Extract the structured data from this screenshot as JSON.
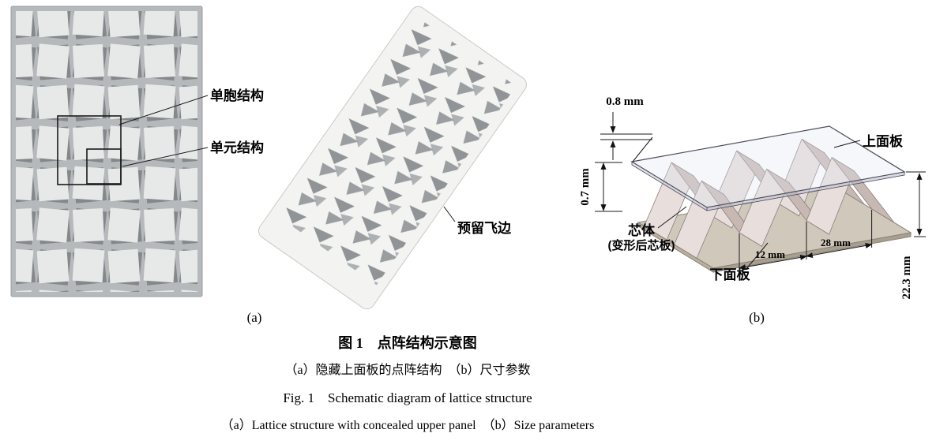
{
  "figure": {
    "panel_a": {
      "label_unit_cell": "单胞结构",
      "label_unit_element": "单元结构",
      "label_flash_edge": "预留飞边",
      "tag": "(a)"
    },
    "panel_b": {
      "dim_thickness_top": "0.8 mm",
      "dim_thickness_core": "0.7 mm",
      "label_upper_panel": "上面板",
      "label_core": "芯体",
      "label_core_sub": "(变形后芯板)",
      "label_lower_panel": "下面板",
      "dim_width_small": "12 mm",
      "dim_width_large": "28 mm",
      "dim_total_height": "22.3 mm",
      "tag": "(b)"
    },
    "caption": {
      "title_zh": "图 1　点阵结构示意图",
      "sub_zh": "（a）隐藏上面板的点阵结构　（b）尺寸参数",
      "title_en": "Fig. 1　Schematic diagram of lattice structure",
      "sub_en": "（a）Lattice structure with concealed upper panel　（b）Size parameters"
    }
  },
  "colors": {
    "flat_panel_gray": "#b6b9bb",
    "cell_light": "#e7e8e8",
    "cell_dark": "#84888b",
    "iso_panel_light": "#f3f3f1",
    "lower_panel_tan": "#d0c8bb",
    "core_light": "#e8dedb",
    "core_dark": "#c8b8b4",
    "line_black": "#1a1a1a"
  }
}
